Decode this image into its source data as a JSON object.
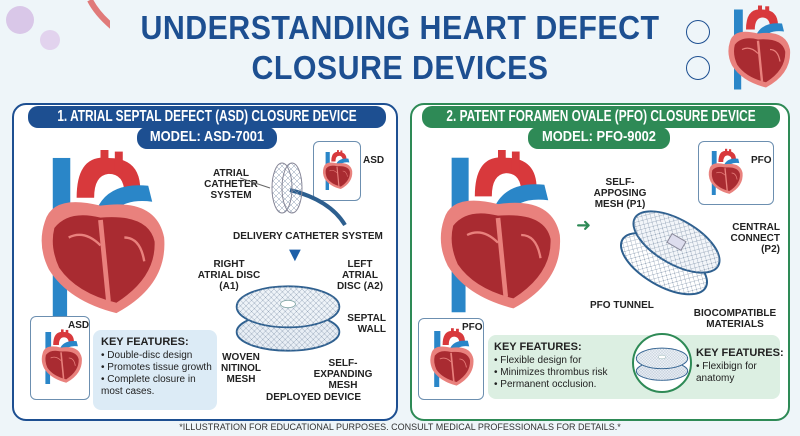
{
  "title": {
    "line1": "UNDERSTANDING HEART DEFECT",
    "line2": "CLOSURE DEVICES"
  },
  "asd": {
    "heading": "1. ATRIAL SEPTAL DEFECT (ASD) CLOSURE DEVICE",
    "model": "MODEL: ASD-7001",
    "labels": {
      "atrial_catheter": "ATRIAL CATHETER SYSTEM",
      "delivery": "DELIVERY CATHETER SYSTEM",
      "right_disc": "RIGHT ATRIAL DISC (A1)",
      "left_disc": "LEFT ATRIAL DISC (A2)",
      "septal": "SEPTAL WALL",
      "woven": "WOVEN NITINOL MESH",
      "self_expanding": "SELF-EXPANDING MESH",
      "deployed": "DEPLOYED DEVICE",
      "inset": "ASD",
      "inset2": "ASD"
    },
    "features_title": "KEY FEATURES:",
    "features": [
      "• Double-disc design",
      "• Promotes tissue growth",
      "• Complete closure in most cases."
    ]
  },
  "pfo": {
    "heading": "2. PATENT FORAMEN OVALE (PFO) CLOSURE DEVICE",
    "model": "MODEL: PFO-9002",
    "labels": {
      "self_apposing": "SELF-APPOSING MESH (P1)",
      "central": "CENTRAL CONNECT (P2)",
      "tunnel": "PFO TUNNEL",
      "bio": "BIOCOMPATIBLE MATERIALS",
      "inset": "PFO",
      "inset2": "PFO"
    },
    "features_title": "KEY FEATURES:",
    "features": [
      "• Flexible design for",
      "• Minimizes thrombus risk",
      "• Permanent occlusion."
    ],
    "features2_title": "KEY FEATURES:",
    "features2": [
      "• Flexibign for anatomy"
    ]
  },
  "footer": "*ILLUSTRATION FOR EDUCATIONAL PURPOSES. CONSULT MEDICAL PROFESSIONALS FOR DETAILS.*",
  "colors": {
    "blue": "#1d4f91",
    "green": "#2e8a56",
    "red": "#c8373a",
    "vein": "#2a86c8"
  }
}
